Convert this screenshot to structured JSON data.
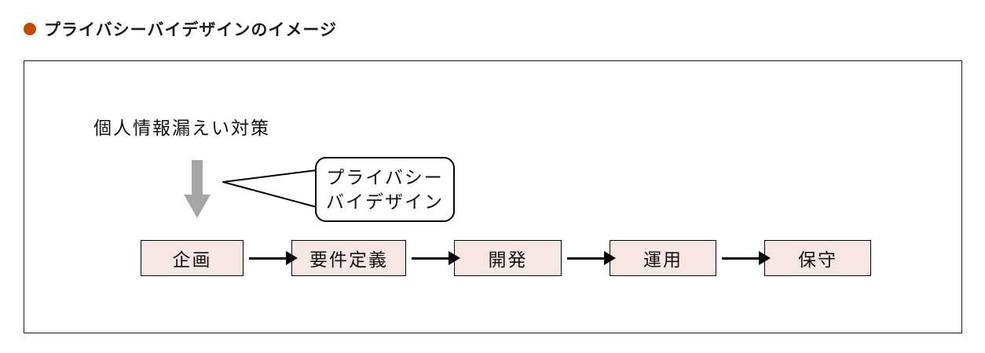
{
  "header": {
    "bullet_color": "#c44a00",
    "title": "プライバシーバイデザインのイメージ"
  },
  "diagram": {
    "annotation": "個人情報漏えい対策",
    "callout": {
      "line1": "プライバシー",
      "line2": "バイデザイン"
    },
    "stages": [
      {
        "label": "企画"
      },
      {
        "label": "要件定義"
      },
      {
        "label": "開発"
      },
      {
        "label": "運用"
      },
      {
        "label": "保守"
      }
    ],
    "colors": {
      "stage_fill": "#f6e6e4",
      "stage_border": "#000000",
      "flow_arrow": "#000000",
      "down_arrow": "#a6a6a6",
      "frame_border": "#1a1a1a",
      "bullet": "#c44a00"
    }
  }
}
